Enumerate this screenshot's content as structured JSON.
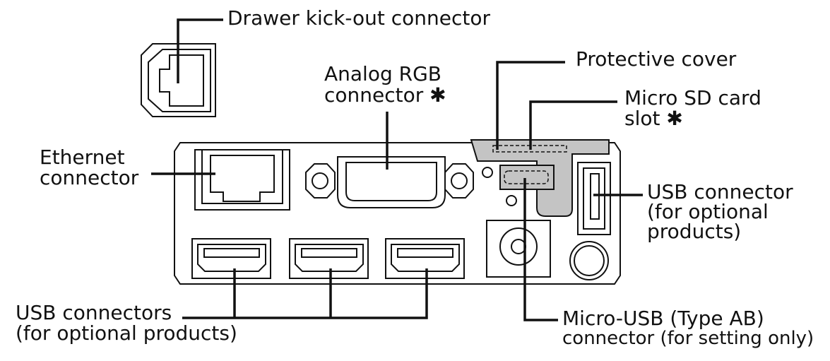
{
  "labels": {
    "drawer": "Drawer kick-out connector",
    "rgb_line1": "Analog RGB",
    "rgb_line2": "connector ✱",
    "cover": "Protective cover",
    "sd_line1": "Micro SD card",
    "sd_line2": "slot ✱",
    "ethernet_line1": "Ethernet",
    "ethernet_line2": "connector",
    "usb_right_line1": "USB connector",
    "usb_right_line2": "(for optional",
    "usb_right_line3": "products)",
    "usb_bottom_line1": "USB connectors",
    "usb_bottom_line2": "(for optional products)",
    "micro_usb_line1": "Micro-USB (Type AB)",
    "micro_usb_line2": "connector (for setting only)"
  },
  "colors": {
    "line": "#111111",
    "cover_fill": "#c4c4c4",
    "panel_fill": "#ffffff"
  }
}
